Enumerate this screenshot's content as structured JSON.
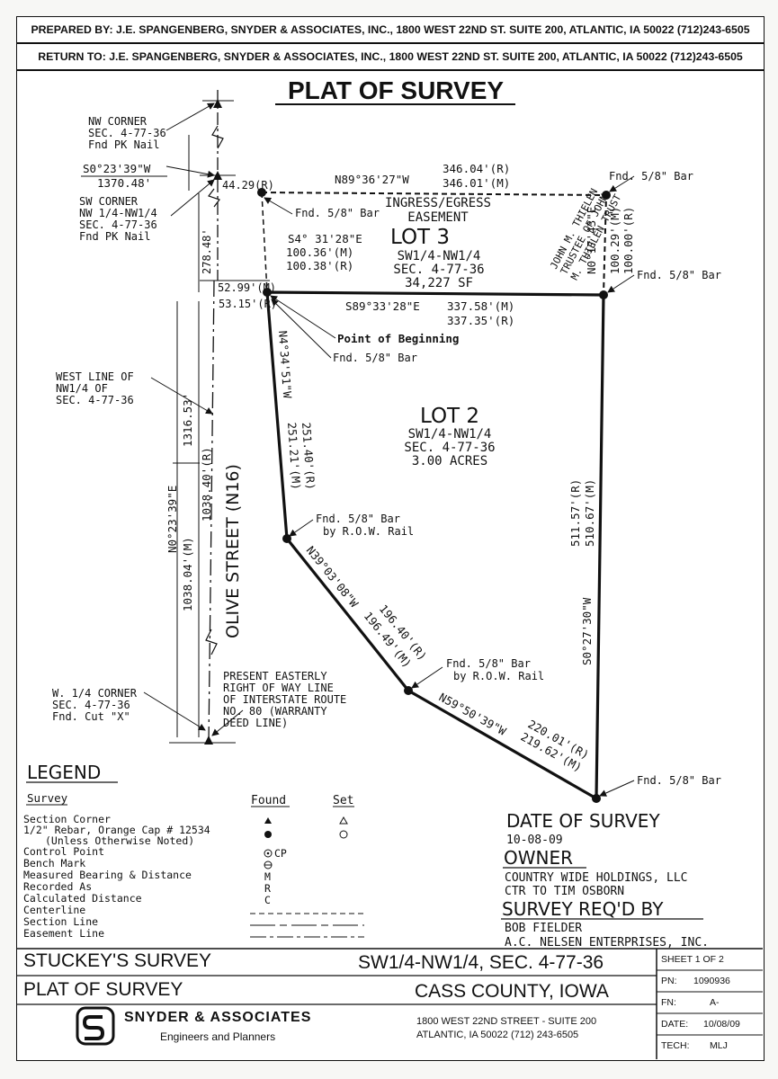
{
  "header": {
    "prepared_by": "PREPARED BY: J.E. SPANGENBERG, SNYDER & ASSOCIATES, INC., 1800 WEST 22ND ST. SUITE 200, ATLANTIC, IA 50022 (712)243-6505",
    "return_to": "RETURN TO: J.E. SPANGENBERG, SNYDER & ASSOCIATES, INC., 1800 WEST 22ND ST. SUITE 200, ATLANTIC, IA 50022 (712)243-6505"
  },
  "plat": {
    "title": "PLAT OF SURVEY",
    "nw_corner": [
      "NW CORNER",
      "SEC. 4-77-36",
      "Fnd PK Nail"
    ],
    "sw_corner": [
      "SW CORNER",
      "NW 1/4-NW1/4",
      "SEC. 4-77-36",
      "Fnd PK Nail"
    ],
    "s_bearing": "S0°23'39\"W",
    "s_dist": "1370.48'",
    "dist_4429": "44.29(R)",
    "dist_27848": "278.48'",
    "north_bearing": "N89°36'27\"W",
    "north_r": "346.04'(R)",
    "north_m": "346.01'(M)",
    "fnd_bar": "Fnd. 5/8\" Bar",
    "ingress": "INGRESS/EGRESS",
    "easement": "EASEMENT",
    "lot3": "LOT 3",
    "lot3_sub": "SW1/4-NW1/4",
    "lot3_sec": "SEC. 4-77-36",
    "lot3_area": "34,227 SF",
    "thielen": [
      "JOHN M. THIELEN",
      "TRUSTEE OF JOHN",
      "M. THIELEN TRUST"
    ],
    "east_bearing": "N0°17'43\"E",
    "east_m": "100.29'(M)",
    "east_r": "100.00'(R)",
    "s4_bearing": "S4° 31'28\"E",
    "s4_m": "100.36'(M)",
    "s4_r": "100.38'(R)",
    "d_5299": "52.99'(M)",
    "d_5315": "53.15'(R)",
    "mid_bearing": "S89°33'28\"E",
    "mid_m": "337.58'(M)",
    "mid_r": "337.35'(R)",
    "pob": "Point of Beginning",
    "west_line": [
      "WEST LINE OF",
      "NW1/4 OF",
      "SEC. 4-77-36"
    ],
    "d_131653": "1316.53'",
    "w_bearing": "N0°23'39\"E",
    "w_m": "1038.04'(M)",
    "w_r": "1038.40'(R)",
    "street": "OLIVE STREET (N16)",
    "n4_bearing": "N4°34'51\"W",
    "n4_r": "251.40'(R)",
    "n4_m": "251.21'(M)",
    "lot2": "LOT 2",
    "lot2_sub": "SW1/4-NW1/4",
    "lot2_sec": "SEC. 4-77-36",
    "lot2_area": "3.00 ACRES",
    "by_row": "by R.O.W. Rail",
    "e_r": "511.57'(R)",
    "e_m": "510.67'(M)",
    "e_bearing": "S0°27'30\"W",
    "n39_bearing": "N39°03'08\"W",
    "n39_r": "196.40'(R)",
    "n39_m": "196.49'(M)",
    "present": [
      "PRESENT EASTERLY",
      "RIGHT OF WAY LINE",
      "OF INTERSTATE ROUTE",
      "NO. 80 (WARRANTY",
      "DEED LINE)"
    ],
    "w14_corner": [
      "W. 1/4 CORNER",
      "SEC. 4-77-36",
      "Fnd. Cut \"X\""
    ],
    "n59_bearing": "N59°50'39\"W",
    "n59_r": "220.01'(R)",
    "n59_m": "219.62'(M)"
  },
  "legend": {
    "title": "LEGEND",
    "survey": "Survey",
    "found": "Found",
    "set": "Set",
    "items": [
      "Section Corner",
      "1/2\" Rebar, Orange Cap # 12534",
      "(Unless Otherwise Noted)",
      "Control Point",
      "Bench Mark",
      "Measured Bearing & Distance",
      "Recorded As",
      "Calculated Distance",
      "Centerline",
      "Section Line",
      "Easement Line"
    ],
    "codes": [
      "CP",
      "M",
      "R",
      "C"
    ]
  },
  "info": {
    "date_label": "DATE OF SURVEY",
    "date": "10-08-09",
    "owner_label": "OWNER",
    "owner": "COUNTRY WIDE HOLDINGS, LLC",
    "owner_ctr": "CTR TO TIM OSBORN",
    "req_label": "SURVEY REQ'D BY",
    "req_name": "BOB FIELDER",
    "req_company": "A.C. NELSEN ENTERPRISES, INC."
  },
  "titleblock": {
    "survey_name": "STUCKEY'S SURVEY",
    "section": "SW1/4-NW1/4, SEC. 4-77-36",
    "plat": "PLAT OF SURVEY",
    "county": "CASS COUNTY, IOWA",
    "company": "SNYDER & ASSOCIATES",
    "company_sub": "Engineers and Planners",
    "address1": "1800 WEST 22ND STREET - SUITE 200",
    "address2": "ATLANTIC, IA 50022 (712) 243-6505",
    "sheet": "SHEET 1 OF 2",
    "pn_label": "PN:",
    "pn": "1090936",
    "fn_label": "FN:",
    "fn": "A-",
    "date_label": "DATE:",
    "date": "10/08/09",
    "tech_label": "TECH:",
    "tech": "MLJ"
  }
}
